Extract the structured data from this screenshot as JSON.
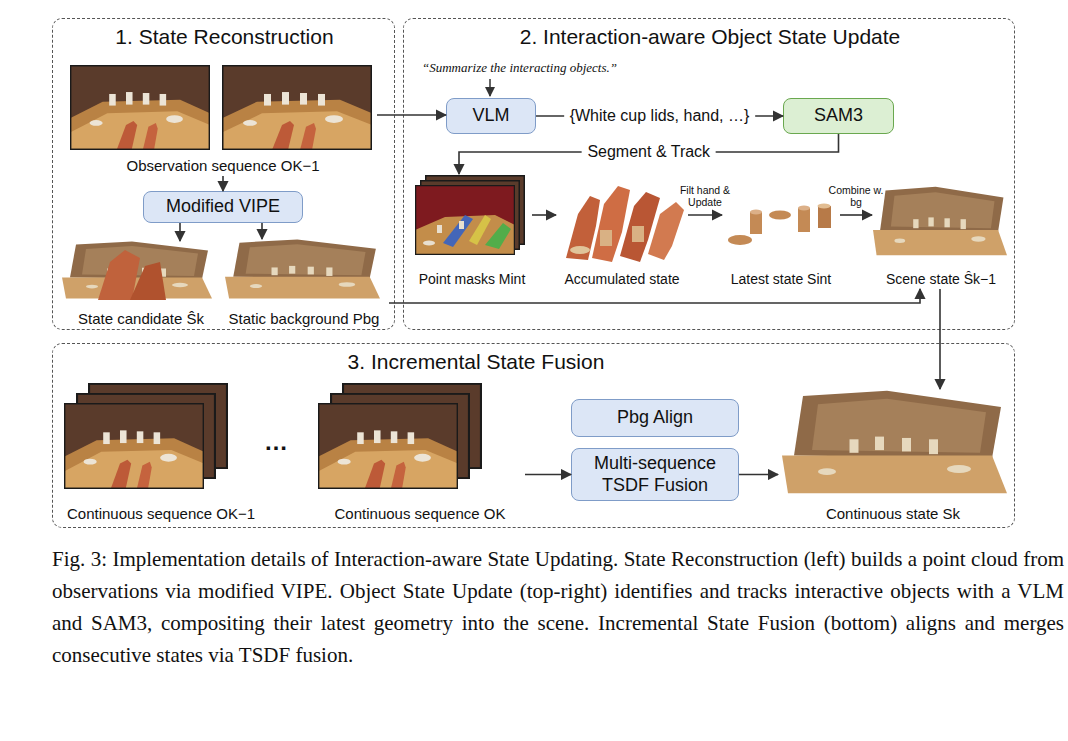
{
  "diagram": {
    "caption": "Fig. 3: Implementation details of Interaction-aware State Updating. State Reconstruction (left) builds a point cloud from observations via modified VIPE. Object State Update (top-right) identifies and tracks interactive objects with a VLM and SAM3, compositing their latest geometry into the scene. Incremental State Fusion (bottom) aligns and merges consecutive states via TSDF fusion.",
    "nodes": [
      {
        "text": [
          "1. State Reconstruction"
        ]
      },
      {
        "text": [
          "Observation sequence OK−1"
        ],
        "in": 0
      },
      {
        "text": [
          "Modified VIPE"
        ],
        "in": 0
      },
      {
        "text": [
          "State candidate Ŝk"
        ],
        "in": 0
      },
      {
        "text": [
          "Static background Pbg"
        ],
        "in": 0
      },
      {
        "text": [
          "2. Interaction-aware Object State Update"
        ]
      },
      {
        "text": [
          "VLM"
        ],
        "in": 5
      },
      {
        "text": [
          "SAM3"
        ],
        "in": 5
      },
      {
        "text": [
          "Point masks Mint"
        ],
        "in": 5
      },
      {
        "text": [
          "Accumulated state"
        ],
        "in": 5
      },
      {
        "text": [
          "Latest state Sint"
        ],
        "in": 5
      },
      {
        "text": [
          "Scene state Ŝk−1"
        ],
        "in": 5
      },
      {
        "text": [
          "3. Incremental State Fusion"
        ]
      },
      {
        "text": [
          "Continuous sequence OK−1"
        ],
        "in": 12
      },
      {
        "text": [
          "Continuous sequence OK"
        ],
        "in": 12
      },
      {
        "text": [
          "Pbg Align"
        ],
        "in": 12
      },
      {
        "text": [
          "Multi-sequence TSDF Fusion"
        ],
        "in": 12
      },
      {
        "text": [
          "Continuous state Sk"
        ],
        "in": 12
      }
    ],
    "edges": [
      {
        "from": 1,
        "to": 2,
        "arrow": "to"
      },
      {
        "from": 2,
        "to": 3,
        "arrow": "to"
      },
      {
        "from": 2,
        "to": 4,
        "arrow": "to"
      },
      {
        "from": 1,
        "to": 6,
        "arrow": "to"
      },
      {
        "from": 6,
        "to": 7,
        "label": "{White cup lids, hand, …}",
        "arrow": "to"
      },
      {
        "from": 7,
        "to": 8,
        "label": "Segment & Track",
        "arrow": "to"
      },
      {
        "from": 8,
        "to": 9,
        "arrow": "to"
      },
      {
        "from": 9,
        "to": 10,
        "label": "Filt hand & Update",
        "arrow": "to"
      },
      {
        "from": 10,
        "to": 11,
        "label": "Combine w. bg",
        "arrow": "to"
      },
      {
        "from": 4,
        "to": 11,
        "arrow": "to"
      },
      {
        "from": 11,
        "to": 17,
        "arrow": "to"
      },
      {
        "from": 14,
        "to": 16,
        "arrow": "to"
      },
      {
        "from": 16,
        "to": 17,
        "arrow": "to"
      }
    ],
    "labels": [
      "“Summarize the interacting objects.”",
      "…"
    ]
  }
}
